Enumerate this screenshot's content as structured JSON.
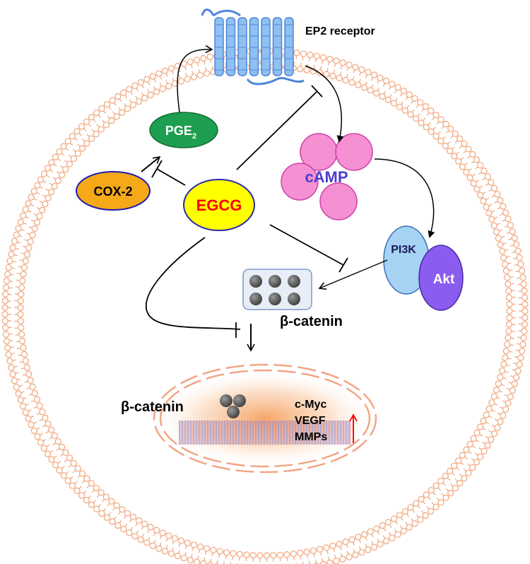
{
  "labels": {
    "ep2_receptor": "EP2 receptor",
    "pge2_main": "PGE",
    "pge2_sub": "2",
    "cox2": "COX-2",
    "egcg": "EGCG",
    "camp": "cAMP",
    "pi3k": "PI3K",
    "akt": "Akt",
    "beta_catenin_cytoplasm": "β-catenin",
    "beta_catenin_nucleus": "β-catenin",
    "target_genes": [
      "c-Myc",
      "VEGF",
      "MMPs"
    ]
  },
  "colors": {
    "membrane": "#f0a47a",
    "receptor": "#8ec0f2",
    "pge2": "#1e9e50",
    "cox2": "#f5a818",
    "egcg_fill": "#ffff00",
    "egcg_text": "#ff0000",
    "camp_fill": "#f590d2",
    "camp_text": "#4a3ccc",
    "pi3k": "#a6d2f4",
    "akt": "#8b5cf0",
    "upregulation_arrow": "#ff0000"
  },
  "icons": {
    "upregulation": "up-arrow-icon"
  }
}
